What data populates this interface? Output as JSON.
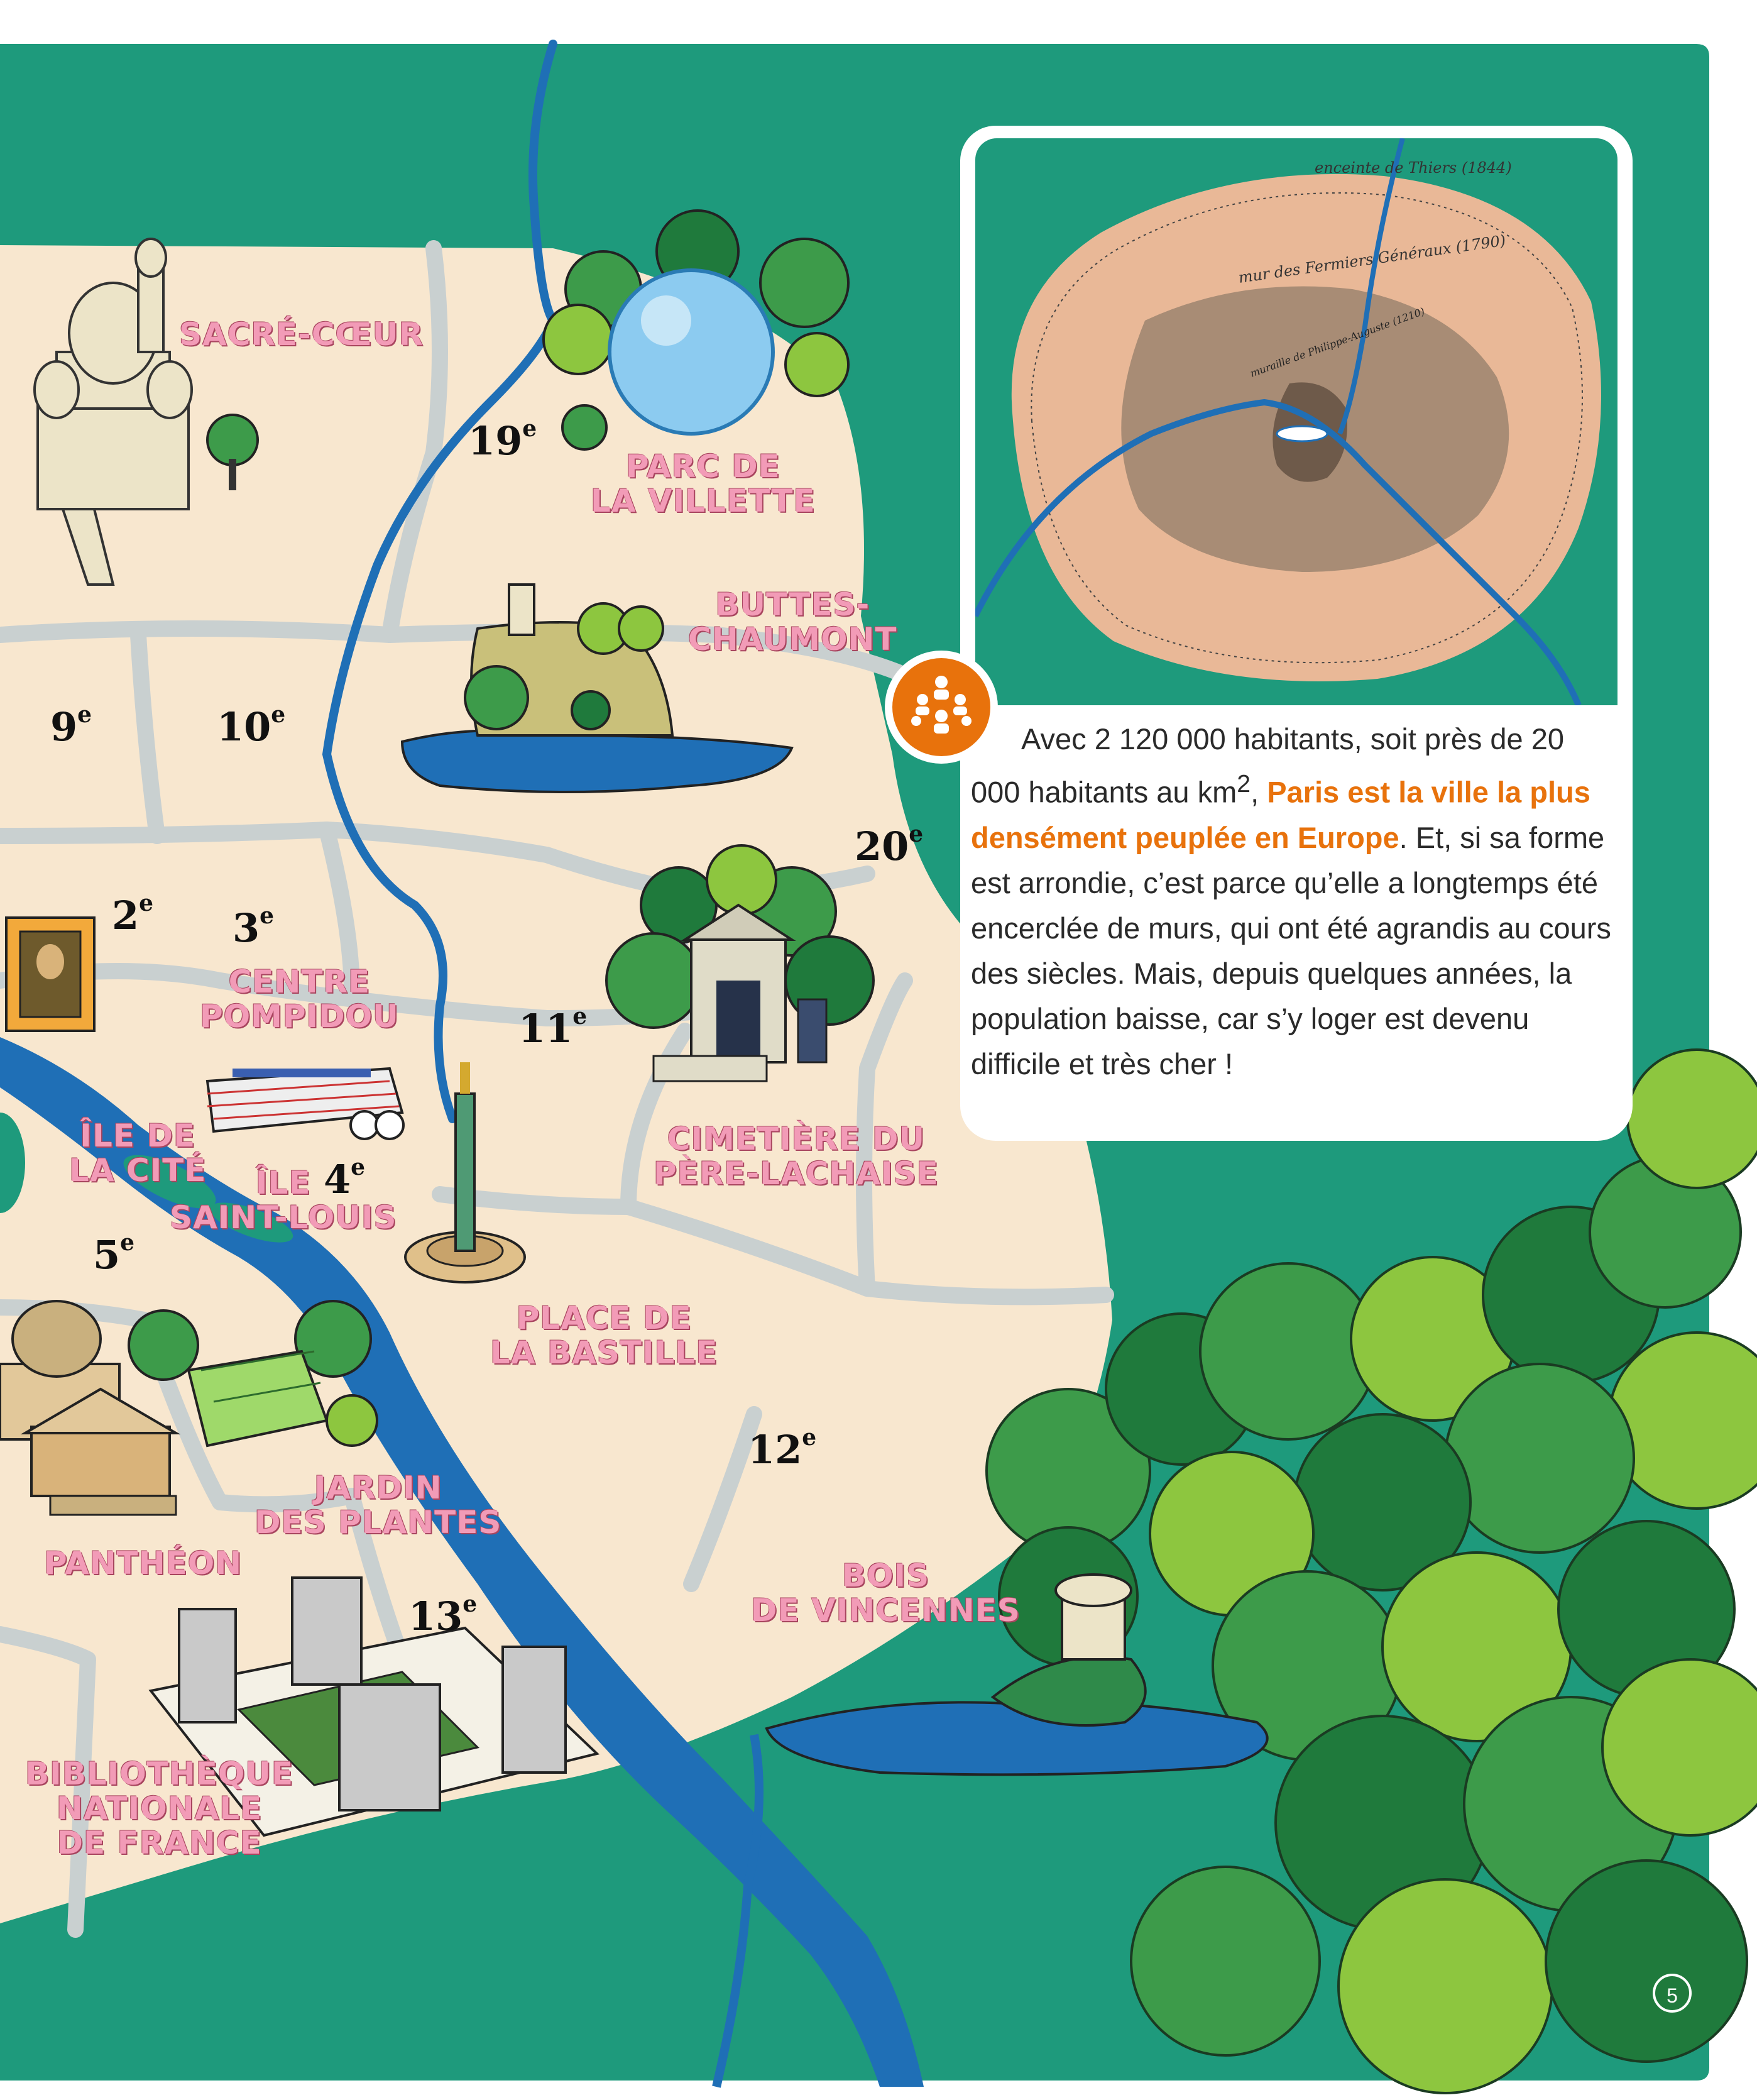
{
  "colors": {
    "background_green": "#1e9a7c",
    "land": "#f8e7cf",
    "roads": "#c9d0d0",
    "river": "#1f6fb6",
    "label_pink": "#f29bb7",
    "accent_orange": "#e8720c",
    "tree_dark": "#1f7a3c",
    "tree_light": "#8dc63f"
  },
  "landmarks": {
    "sacre_coeur": "SACRÉ-CŒUR",
    "parc_villette": [
      "PARC DE",
      "LA VILLETTE"
    ],
    "buttes_chaumont": [
      "BUTTES-",
      "CHAUMONT"
    ],
    "centre_pompidou": [
      "CENTRE",
      "POMPIDOU"
    ],
    "ile_cite": [
      "ÎLE DE",
      "LA CITÉ"
    ],
    "ile_saint_louis": [
      "ÎLE",
      "SAINT-LOUIS"
    ],
    "cimetiere": [
      "CIMETIÈRE DU",
      "PÈRE-LACHAISE"
    ],
    "bastille": [
      "PLACE DE",
      "LA BASTILLE"
    ],
    "jardin_plantes": [
      "JARDIN",
      "DES PLANTES"
    ],
    "pantheon": "PANTHÉON",
    "bois_vincennes": [
      "BOIS",
      "DE VINCENNES"
    ],
    "bnf": [
      "BIBLIOTHÈQUE",
      "NATIONALE",
      "DE FRANCE"
    ]
  },
  "arrondissements": [
    {
      "num": "2",
      "sup": "e"
    },
    {
      "num": "3",
      "sup": "e"
    },
    {
      "num": "4",
      "sup": "e"
    },
    {
      "num": "5",
      "sup": "e"
    },
    {
      "num": "9",
      "sup": "e"
    },
    {
      "num": "10",
      "sup": "e"
    },
    {
      "num": "11",
      "sup": "e"
    },
    {
      "num": "12",
      "sup": "e"
    },
    {
      "num": "13",
      "sup": "e"
    },
    {
      "num": "19",
      "sup": "e"
    },
    {
      "num": "20",
      "sup": "e"
    }
  ],
  "inset": {
    "thiers": "enceinte de Thiers (1844)",
    "fermiers": "mur des Fermiers Généraux (1790)",
    "philippe": "muraille de Philippe-Auguste (1210)"
  },
  "info": {
    "icon": "people-group-icon",
    "text_1": "Avec 2 120 000 habitants, soit près de 20 000 habitants au km",
    "text_sup": "2",
    "text_2": ", ",
    "highlight": "Paris est la ville la plus densément peuplée en Europe",
    "text_3": ". Et, si sa forme est arrondie, c’est parce qu’elle a longtemps été encerclée de murs, qui ont été agrandis au cours des siècles. Mais, depuis quelques années, la population baisse, car s’y loger est devenu difficile et très cher !"
  },
  "page_number": "5"
}
